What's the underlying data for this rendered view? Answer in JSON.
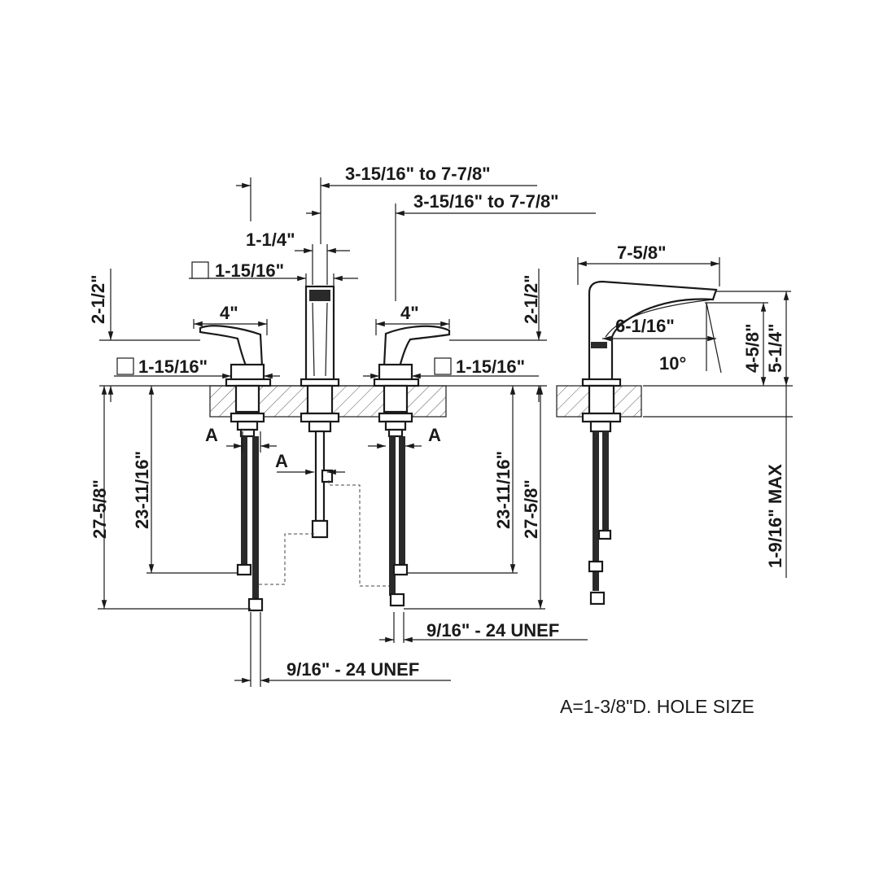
{
  "dimensions": {
    "spread_upper": "3-15/16\" to 7-7/8\"",
    "spread_lower": "3-15/16\" to 7-7/8\"",
    "spout_width": "1-1/4\"",
    "spout_base": "1-15/16\"",
    "left_handle_width": "4\"",
    "right_handle_width": "4\"",
    "left_handle_base": "1-15/16\"",
    "right_handle_base": "1-15/16\"",
    "left_height": "2-1/2\"",
    "right_height": "2-1/2\"",
    "left_overall": "27-5/8\"",
    "left_supply": "23-11/16\"",
    "right_supply": "23-11/16\"",
    "right_overall": "27-5/8\"",
    "hole_left": "A",
    "hole_center": "A",
    "hole_right": "A",
    "thread_right": "9/16\" - 24 UNEF",
    "thread_left": "9/16\" - 24 UNEF",
    "side_reach": "7-5/8\"",
    "side_spout_reach": "6-1/16\"",
    "side_angle": "10°",
    "side_outlet_height": "4-5/8\"",
    "side_total_height": "5-1/4\"",
    "side_deck_max": "1-9/16\" MAX"
  },
  "notes": {
    "hole_size": "A=1-3/8\"D. HOLE SIZE"
  }
}
